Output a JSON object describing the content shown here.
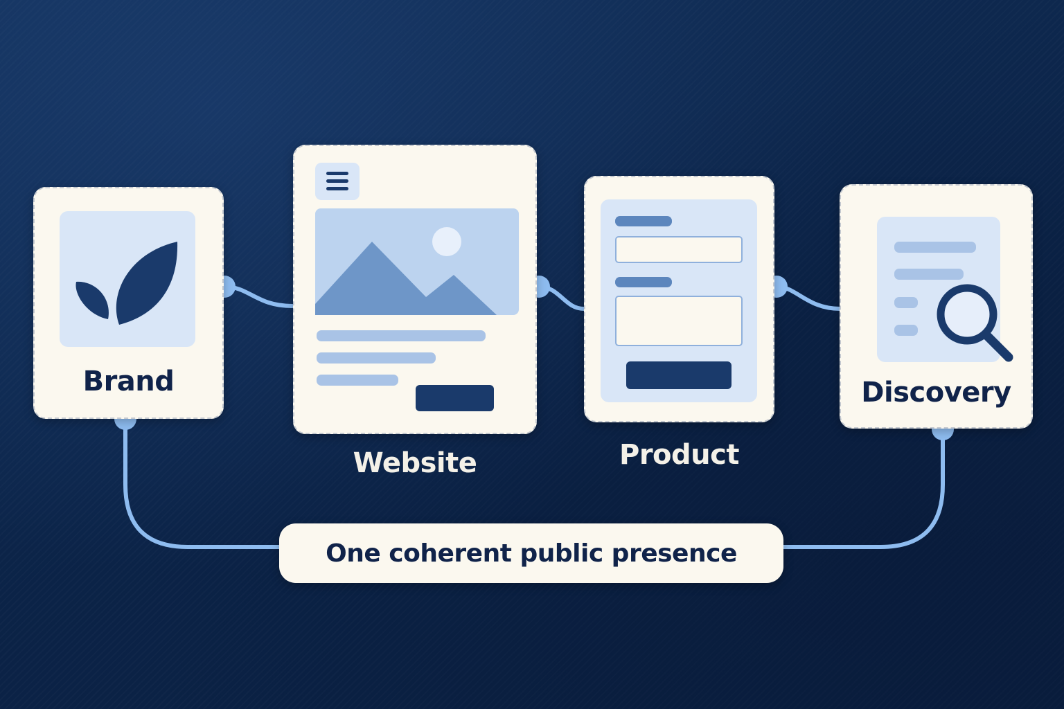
{
  "nodes": [
    {
      "id": "brand",
      "label": "Brand",
      "icon": "leaf-icon"
    },
    {
      "id": "website",
      "label": "Website",
      "icon": "webpage-icon"
    },
    {
      "id": "product",
      "label": "Product",
      "icon": "form-icon"
    },
    {
      "id": "discovery",
      "label": "Discovery",
      "icon": "search-document-icon"
    }
  ],
  "summary": {
    "label": "One coherent public presence"
  },
  "colors": {
    "background": "#0f2a50",
    "card": "#fbf8ef",
    "connector": "#8ebcf0",
    "accent_dark": "#1a3a6b",
    "accent_mid": "#6e96c8",
    "accent_light": "#d9e6f7"
  }
}
